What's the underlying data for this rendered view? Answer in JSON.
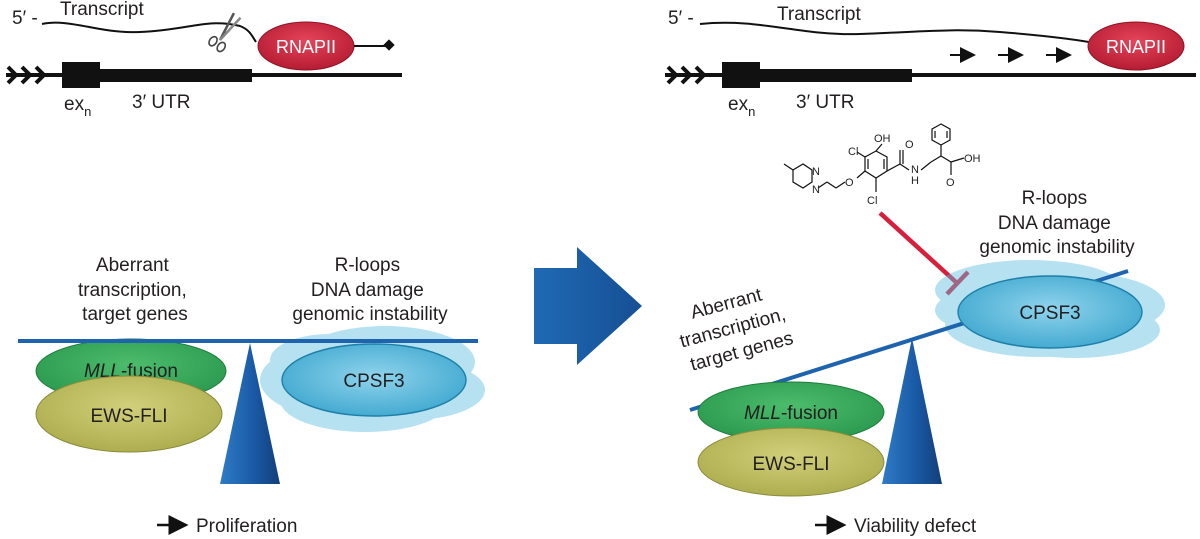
{
  "colors": {
    "strand": "#111111",
    "rnapii": "#c8223a",
    "cpsf3": "#4fb3d6",
    "mll_fusion": "#2fa055",
    "ews_fli": "#b9b95a",
    "beam": "#1e63ae",
    "inhibitor": "#d71f3c"
  },
  "left_panel": {
    "five_prime": "5′ -",
    "transcript": "Transcript",
    "rnapii": "RNAPII",
    "exon": "ex",
    "exon_sub": "n",
    "utr": "3′ UTR",
    "balance_left_text": [
      "Aberrant",
      "transcription,",
      "target genes"
    ],
    "balance_right_text": [
      "R-loops",
      "DNA damage",
      "genomic instability"
    ],
    "mll_italic": "MLL",
    "mll_rest": "-fusion",
    "ews_fli": "EWS-FLI",
    "cpsf3": "CPSF3",
    "outcome": "Proliferation"
  },
  "right_panel": {
    "five_prime": "5′ -",
    "transcript": "Transcript",
    "rnapii": "RNAPII",
    "exon": "ex",
    "exon_sub": "n",
    "utr": "3′ UTR",
    "balance_left_text": [
      "Aberrant",
      "transcription,",
      "target genes"
    ],
    "balance_right_text": [
      "R-loops",
      "DNA damage",
      "genomic instability"
    ],
    "mll_italic": "MLL",
    "mll_rest": "-fusion",
    "ews_fli": "EWS-FLI",
    "cpsf3": "CPSF3",
    "outcome": "Viability defect"
  },
  "compound": {
    "oh_phenol": "OH",
    "oh_acid": "OH",
    "o_amide": "O",
    "o_acid": "O",
    "nh": "N",
    "h": "H",
    "cl_top": "Cl",
    "cl_bottom": "Cl",
    "o_ether": "O",
    "n_top": "N",
    "n_bottom": "N"
  }
}
